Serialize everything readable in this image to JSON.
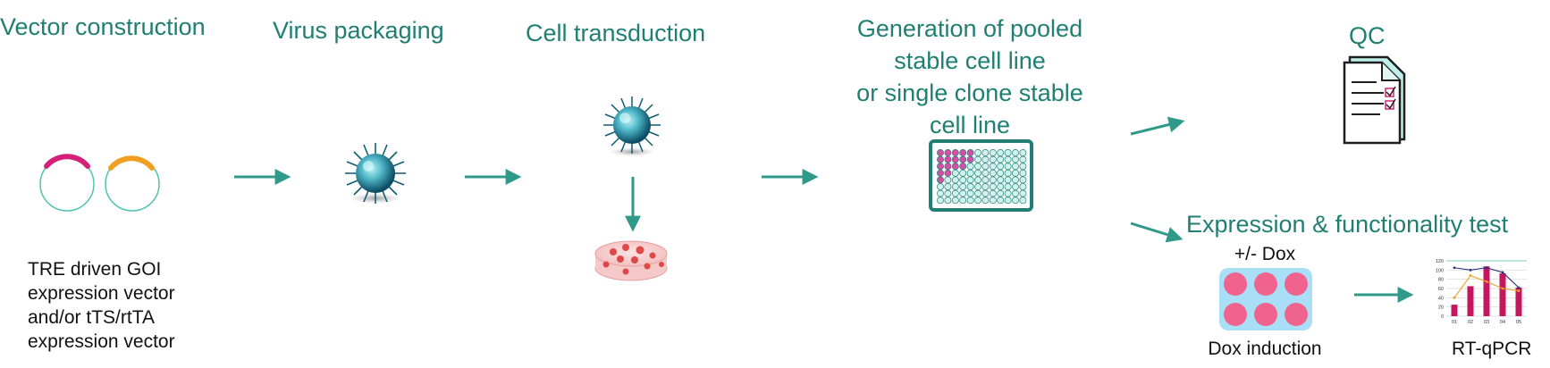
{
  "steps": {
    "vector": "Vector construction",
    "virus": "Virus packaging",
    "transduction": "Cell transduction",
    "generation": [
      "Generation of pooled",
      "stable cell line",
      "or single clone stable",
      "cell line"
    ],
    "qc": "QC",
    "expression": "Expression & functionality test"
  },
  "vector_description": [
    "TRE driven GOI",
    "expression vector",
    "and/or tTS/rtTA",
    "expression vector"
  ],
  "dox": {
    "plus_minus": "+/- Dox",
    "induction": "Dox induction"
  },
  "rtqpcr": "RT-qPCR",
  "mini_chart": {
    "y_ticks": [
      "120",
      "100",
      "80",
      "60",
      "40",
      "20",
      "0"
    ],
    "x_ticks": [
      "01",
      "02",
      "03",
      "04",
      "05"
    ],
    "bars": [
      25,
      65,
      108,
      93,
      62
    ],
    "line_orange": [
      40,
      88,
      75,
      60,
      55
    ],
    "line_navy": [
      105,
      100,
      105,
      95,
      62
    ]
  },
  "colors": {
    "teal": "#1f7f72",
    "arrow": "#2f9a8a",
    "magenta": "#d4207a",
    "orange": "#f0a020",
    "plate_well": "#cdf3ef",
    "plate_pink": "#d84ea6",
    "dox_well": "#f0638f",
    "dox_plate": "#a8dff6"
  }
}
